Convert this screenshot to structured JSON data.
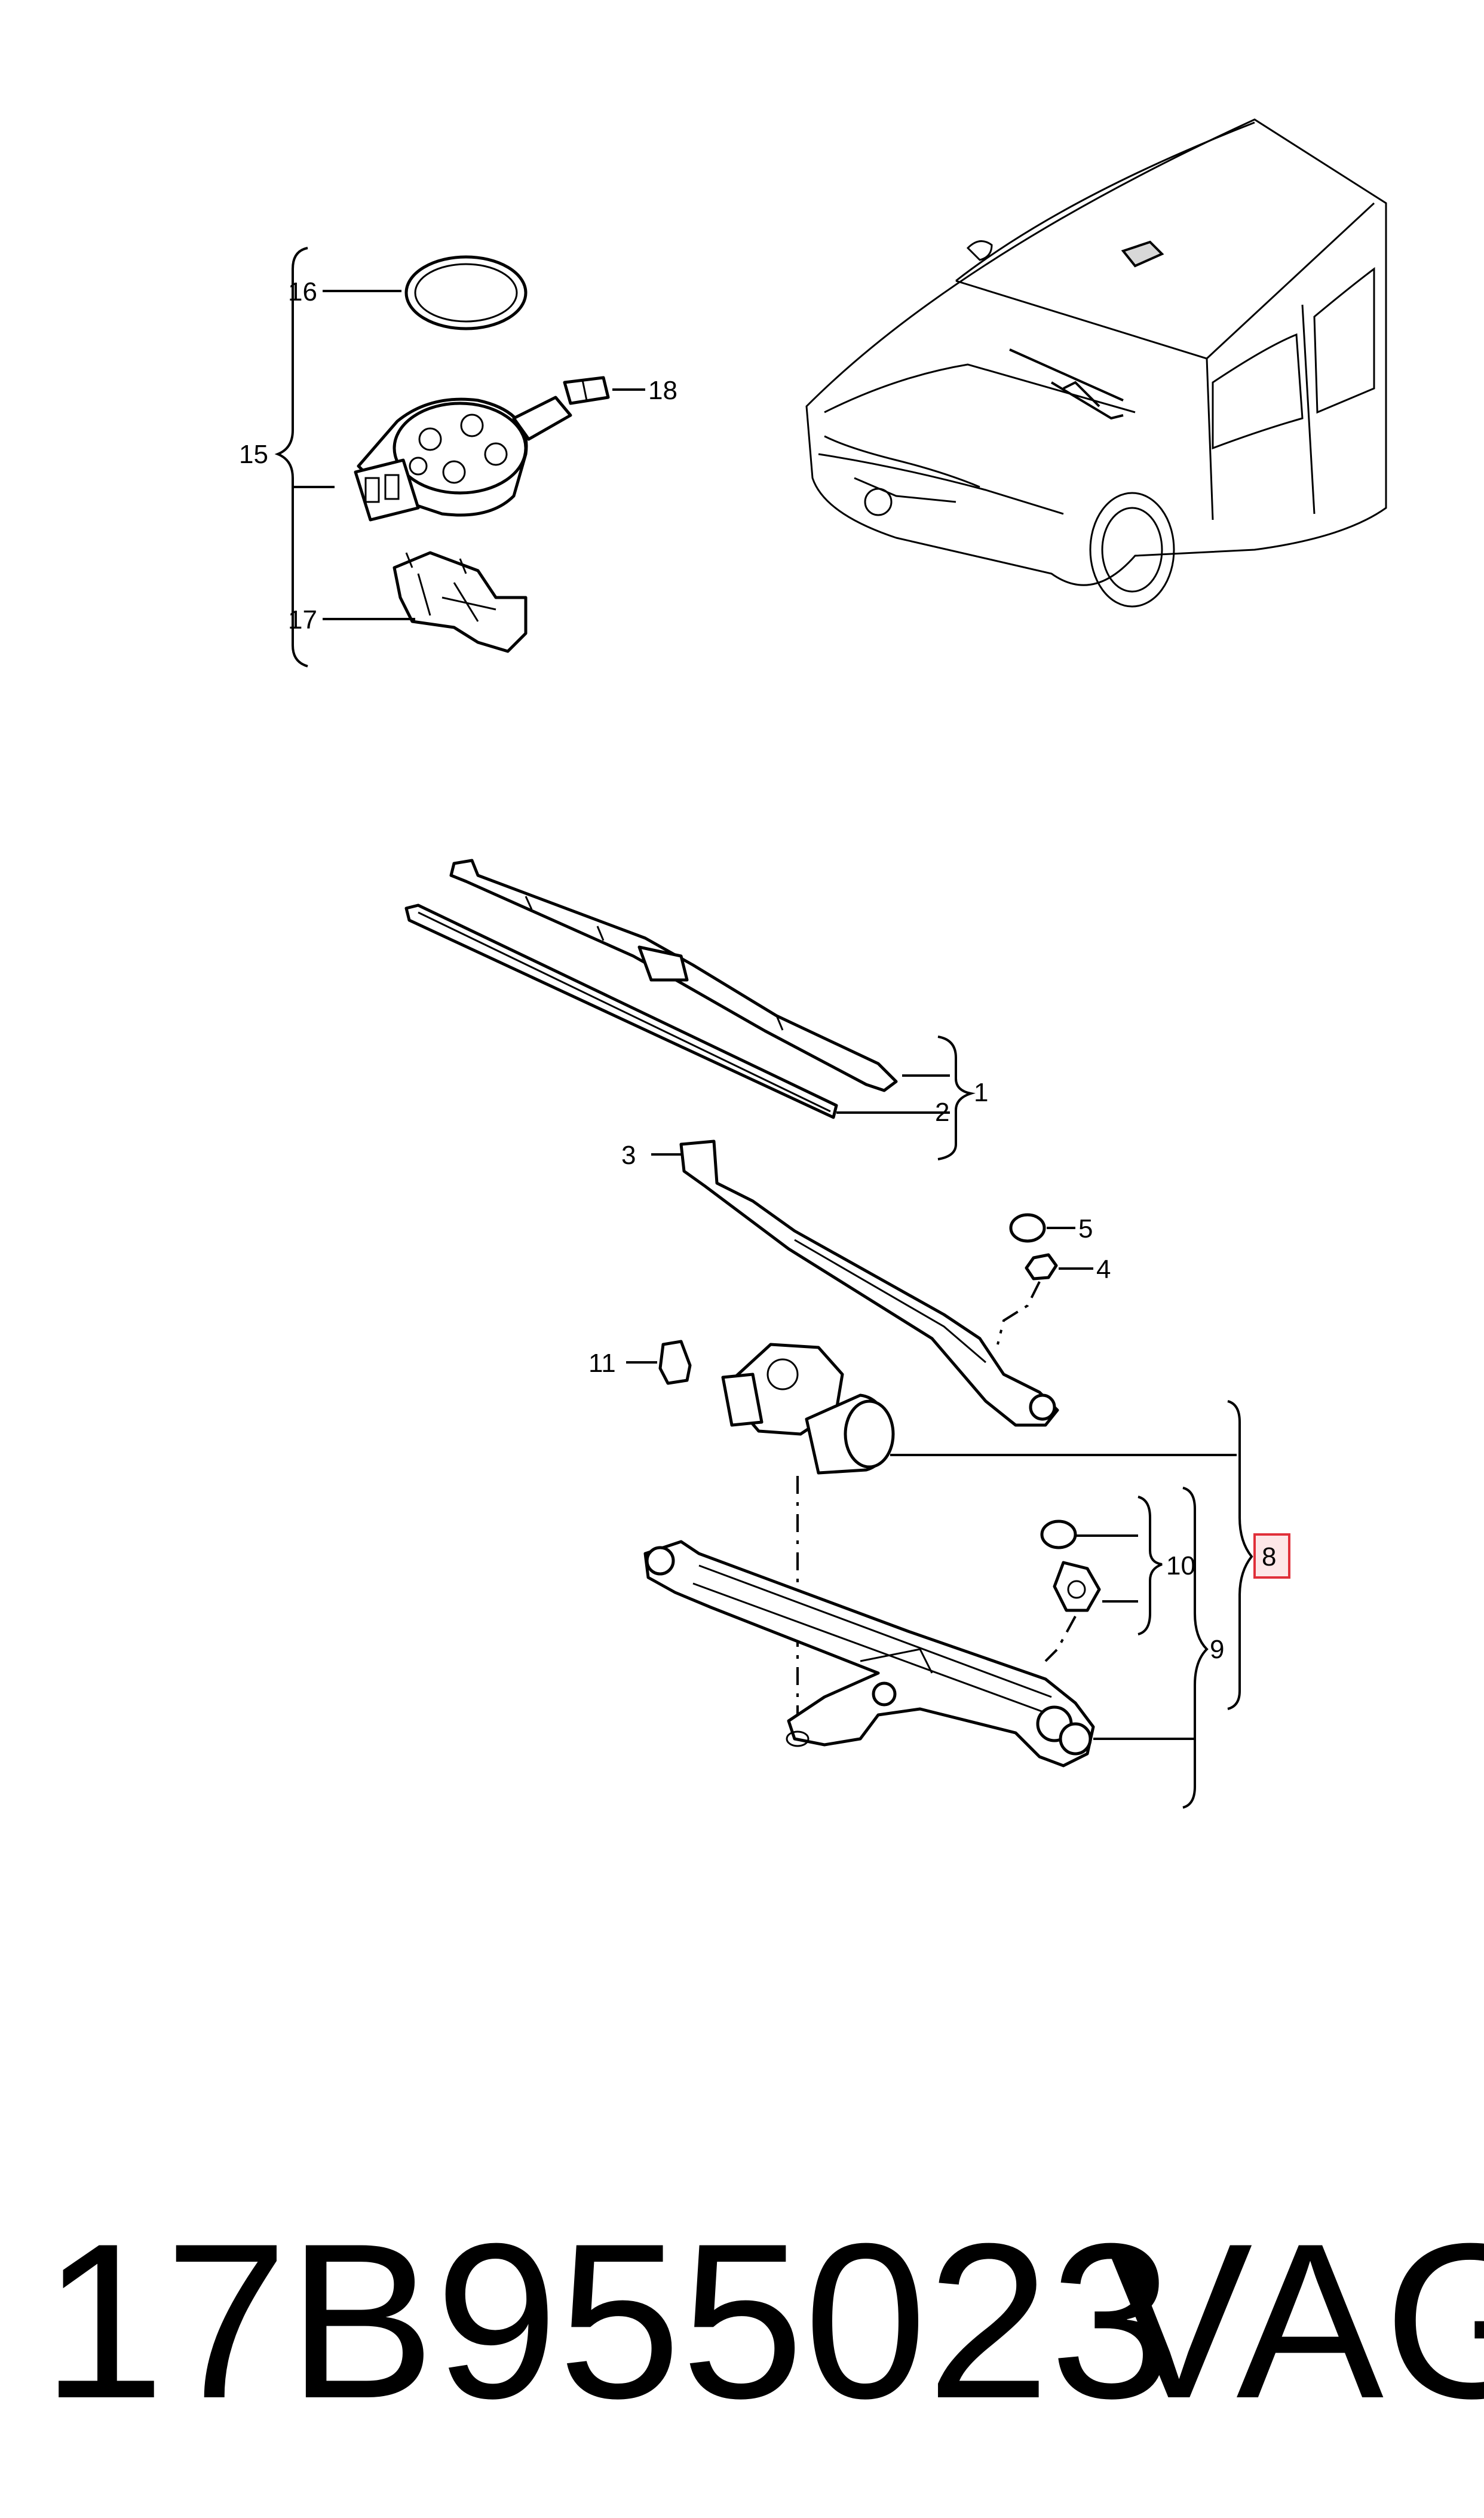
{
  "callouts": {
    "c1": "1",
    "c2": "2",
    "c3": "3",
    "c4": "4",
    "c5": "5",
    "c8": "8",
    "c9": "9",
    "c10": "10",
    "c11": "11",
    "c15": "15",
    "c16": "16",
    "c17": "17",
    "c18": "18"
  },
  "highlight_color": "#e0303a",
  "footer": {
    "part_number": "17B955023",
    "brand": "VAG"
  }
}
